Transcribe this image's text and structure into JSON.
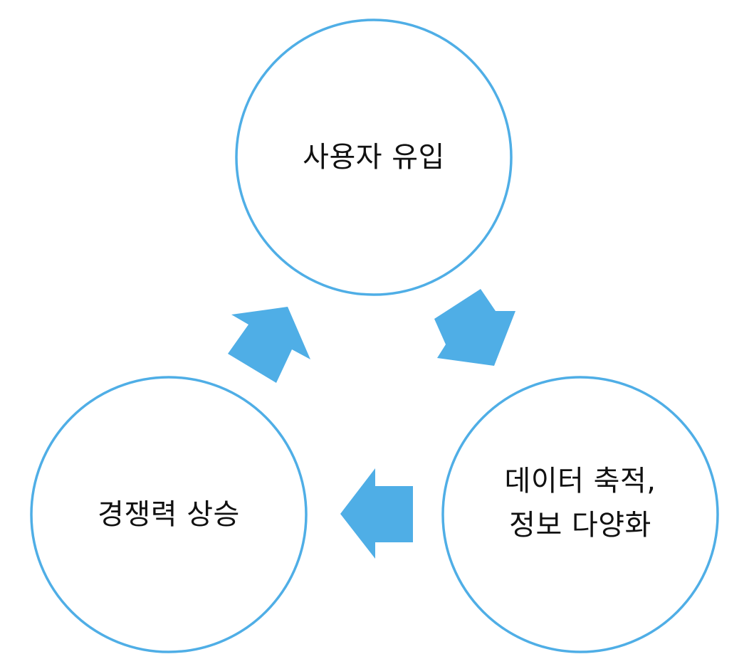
{
  "colors": {
    "circle_stroke": "#4FAEE6",
    "arrow_fill": "#4FAEE6",
    "text": "#111111",
    "background": "#FFFFFF"
  },
  "nodes": [
    {
      "id": "user-inflow",
      "lines": [
        "사용자 유입"
      ]
    },
    {
      "id": "data-accumulation",
      "lines": [
        "데이터 축적,",
        "정보 다양화"
      ]
    },
    {
      "id": "competitiveness-rise",
      "lines": [
        "경쟁력 상승"
      ]
    }
  ],
  "arrows": [
    {
      "from": "user-inflow",
      "to": "data-accumulation",
      "icon": "arrow-down-right-icon"
    },
    {
      "from": "data-accumulation",
      "to": "competitiveness-rise",
      "icon": "arrow-left-icon"
    },
    {
      "from": "competitiveness-rise",
      "to": "user-inflow",
      "icon": "arrow-up-right-icon"
    }
  ]
}
